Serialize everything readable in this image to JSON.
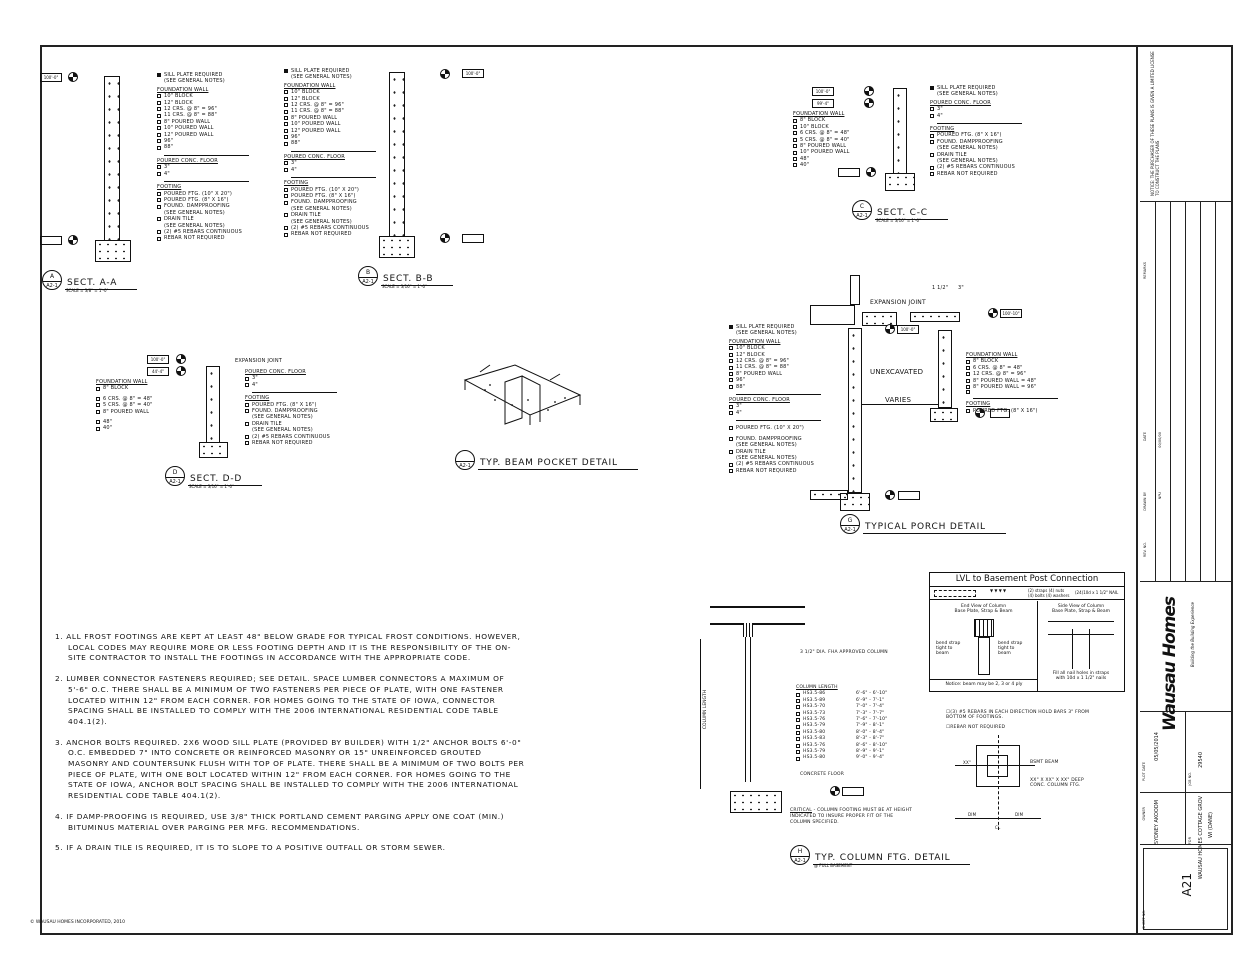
{
  "sections": {
    "a": {
      "title": "SECT. A-A",
      "id": "A",
      "sheet": "A2-1",
      "scale": "SCALE = 3/8\" = 1'-0\"",
      "top_elev": "100'-0\"",
      "items": [
        [
          "f",
          "SILL PLATE REQUIRED"
        ],
        [
          "i",
          "(SEE GENERAL NOTES)"
        ],
        [
          "h",
          "FOUNDATION WALL"
        ],
        [
          "b",
          "10\" BLOCK"
        ],
        [
          "b",
          "12\" BLOCK"
        ],
        [
          "b",
          "12 CRS. @ 8\" = 96\""
        ],
        [
          "b",
          "11 CRS. @ 8\" = 88\""
        ],
        [
          "b",
          "8\" POURED WALL"
        ],
        [
          "b",
          "10\" POURED WALL"
        ],
        [
          "b",
          "12\" POURED WALL"
        ],
        [
          "b",
          "96\""
        ],
        [
          "b",
          "88\""
        ],
        [
          "l",
          ""
        ],
        [
          "h",
          "POURED CONC. FLOOR"
        ],
        [
          "b",
          "3\""
        ],
        [
          "b",
          "4\""
        ],
        [
          "l",
          ""
        ],
        [
          "h",
          "FOOTING"
        ],
        [
          "b",
          "POURED FTG. (10\" x 20\")"
        ],
        [
          "b",
          "POURED FTG. (8\" x 16\")"
        ],
        [
          "b",
          "FOUND. DAMPPROOFING"
        ],
        [
          "i",
          "(SEE GENERAL NOTES)"
        ],
        [
          "b",
          "DRAIN TILE"
        ],
        [
          "i",
          "(SEE GENERAL NOTES)"
        ],
        [
          "b",
          "(2) #5 REBARS CONTINUOUS"
        ],
        [
          "b",
          "REBAR NOT REQUIRED"
        ]
      ]
    },
    "b": {
      "title": "SECT. B-B",
      "id": "B",
      "sheet": "A2-1",
      "scale": "SCALE = 3/16\" = 1'-0\"",
      "top_elev": "100'-0\"",
      "items": [
        [
          "f",
          "SILL PLATE REQUIRED"
        ],
        [
          "i",
          "(SEE GENERAL NOTES)"
        ],
        [
          "h",
          "FOUNDATION WALL"
        ],
        [
          "b",
          "10\" BLOCK"
        ],
        [
          "b",
          "12\" BLOCK"
        ],
        [
          "b",
          "12 CRS. @ 8\" = 96\""
        ],
        [
          "b",
          "11 CRS. @ 8\" = 88\""
        ],
        [
          "b",
          "8\" POURED WALL"
        ],
        [
          "b",
          "10\" POURED WALL"
        ],
        [
          "b",
          "12\" POURED WALL"
        ],
        [
          "b",
          "96\""
        ],
        [
          "b",
          "88\""
        ],
        [
          "l",
          ""
        ],
        [
          "h",
          "POURED CONC. FLOOR"
        ],
        [
          "b",
          "3\""
        ],
        [
          "b",
          "4\""
        ],
        [
          "l",
          ""
        ],
        [
          "h",
          "FOOTING"
        ],
        [
          "b",
          "POURED FTG. (10\" x 20\")"
        ],
        [
          "b",
          "POURED FTG. (8\" x 16\")"
        ],
        [
          "b",
          "FOUND. DAMPPROOFING"
        ],
        [
          "i",
          "(SEE GENERAL NOTES)"
        ],
        [
          "b",
          "DRAIN TILE"
        ],
        [
          "i",
          "(SEE GENERAL NOTES)"
        ],
        [
          "b",
          "(2) #5 REBARS CONTINUOUS"
        ],
        [
          "b",
          "REBAR NOT REQUIRED"
        ]
      ]
    },
    "c": {
      "title": "SECT. C-C",
      "id": "C",
      "sheet": "A2-1",
      "scale": "SCALE = 3/16\" = 1'-0\"",
      "top_elev": "100'-0\"",
      "mid_elev": "99'-4\"",
      "left": [
        [
          "h",
          "FOUNDATION WALL"
        ],
        [
          "b",
          "8\" BLOCK"
        ],
        [
          "b",
          "10\" BLOCK"
        ],
        [
          "b",
          "6 CRS. @ 8\" = 48\""
        ],
        [
          "b",
          "5 CRS. @ 8\" = 40\""
        ],
        [
          "b",
          "8\" POURED WALL"
        ],
        [
          "b",
          "10\" POURED WALL"
        ],
        [
          "b",
          "48\""
        ],
        [
          "b",
          "40\""
        ]
      ],
      "right": [
        [
          "f",
          "SILL PLATE REQUIRED"
        ],
        [
          "i",
          "(SEE GENERAL NOTES)"
        ],
        [
          "h",
          "POURED CONC. FLOOR"
        ],
        [
          "b",
          "3\""
        ],
        [
          "b",
          "4\""
        ],
        [
          "l",
          ""
        ],
        [
          "h",
          "FOOTING"
        ],
        [
          "b",
          "POURED FTG. (8\" x 16\")"
        ],
        [
          "b",
          "FOUND. DAMPPROOFING"
        ],
        [
          "i",
          "(SEE GENERAL NOTES)"
        ],
        [
          "b",
          "DRAIN TILE"
        ],
        [
          "i",
          "(SEE GENERAL NOTES)"
        ],
        [
          "b",
          "(2) #5 REBARS CONTINUOUS"
        ],
        [
          "b",
          "REBAR NOT REQUIRED"
        ]
      ]
    },
    "d": {
      "title": "SECT. D-D",
      "id": "D",
      "sheet": "A2-1",
      "scale": "SCALE = 3/16\" = 1'-0\"",
      "top_elev": "100'-0\"",
      "mid_elev": "44'-4\"",
      "expansion": "EXPANSION JOINT",
      "left": [
        [
          "h",
          "FOUNDATION WALL"
        ],
        [
          "b",
          "8\" BLOCK"
        ],
        [
          "s",
          ""
        ],
        [
          "b",
          "6 CRS. @ 8\" = 48\""
        ],
        [
          "b",
          "5 CRS. @ 8\" = 40\""
        ],
        [
          "b",
          "8\" POURED WALL"
        ],
        [
          "s",
          ""
        ],
        [
          "b",
          "48\""
        ],
        [
          "b",
          "40\""
        ]
      ],
      "right": [
        [
          "h",
          "POURED CONC. FLOOR"
        ],
        [
          "b",
          "3\""
        ],
        [
          "b",
          "4\""
        ],
        [
          "l",
          ""
        ],
        [
          "h",
          "FOOTING"
        ],
        [
          "b",
          "POURED FTG. (8\" x 16\")"
        ],
        [
          "b",
          "FOUND. DAMPPROOFING"
        ],
        [
          "i",
          "(SEE GENERAL NOTES)"
        ],
        [
          "b",
          "DRAIN TILE"
        ],
        [
          "i",
          "(SEE GENERAL NOTES)"
        ],
        [
          "b",
          "(2) #5 REBARS CONTINUOUS"
        ],
        [
          "b",
          "REBAR NOT REQUIRED"
        ]
      ]
    }
  },
  "beam_pocket": {
    "title": "TYP. BEAM POCKET DETAIL",
    "id": "",
    "sheet": "A2-1"
  },
  "porch": {
    "title": "TYPICAL PORCH DETAIL",
    "id": "G",
    "sheet": "A2-1",
    "expansion": "EXPANSION JOINT",
    "unexcavated": "UNEXCAVATED",
    "varies": "VARIES",
    "elev1": "100'-0\"",
    "elev2": "100'-10\"",
    "dim1": "1 1/2\"",
    "dim2": "3\"",
    "left": [
      [
        "f",
        "SILL PLATE REQUIRED"
      ],
      [
        "i",
        "(SEE GENERAL NOTES)"
      ],
      [
        "h",
        "FOUNDATION WALL"
      ],
      [
        "b",
        "10\" BLOCK"
      ],
      [
        "b",
        "12\" BLOCK"
      ],
      [
        "b",
        "12 CRS. @ 8\" = 96\""
      ],
      [
        "b",
        "11 CRS. @ 8\" = 88\""
      ],
      [
        "b",
        "8\" POURED WALL"
      ],
      [
        "b",
        "96\""
      ],
      [
        "b",
        "88\""
      ],
      [
        "l",
        ""
      ],
      [
        "h",
        "POURED CONC. FLOOR"
      ],
      [
        "b",
        "3\""
      ],
      [
        "b",
        "4\""
      ],
      [
        "l",
        ""
      ],
      [
        "s",
        ""
      ],
      [
        "b",
        "POURED FTG. (10\" x 20\")"
      ],
      [
        "s",
        ""
      ],
      [
        "b",
        "FOUND. DAMPPROOFING"
      ],
      [
        "i",
        "(SEE GENERAL NOTES)"
      ],
      [
        "b",
        "DRAIN TILE"
      ],
      [
        "i",
        "(SEE GENERAL NOTES)"
      ],
      [
        "b",
        "(2) #5 REBARS CONTINUOUS"
      ],
      [
        "b",
        "REBAR NOT REQUIRED"
      ]
    ],
    "right": [
      [
        "h",
        "FOUNDATION WALL"
      ],
      [
        "b",
        "8\" BLOCK"
      ],
      [
        "b",
        "6 CRS. @ 8\" = 48\""
      ],
      [
        "b",
        "12 CRS. @ 8\" = 96\""
      ],
      [
        "b",
        "8\" POURED WALL = 48\""
      ],
      [
        "b",
        "8\" POURED WALL = 96\""
      ],
      [
        "b",
        ""
      ],
      [
        "l",
        ""
      ],
      [
        "h",
        "FOOTING"
      ],
      [
        "b",
        "POURED FTG. (8\" x 16\")"
      ]
    ]
  },
  "column": {
    "title": "TYP. COLUMN FTG. DETAIL",
    "id": "H",
    "sheet": "A2-1",
    "sub": "@ FULL BASEMENT",
    "column_label": "3 1/2\" DIA. FHA APPROVED COLUMN",
    "length_label": "COLUMN LENGTH",
    "floor": "CONCRETE FLOOR",
    "critical_head": "CRITICAL",
    "critical": " - COLUMN FOOTING MUST BE AT HEIGHT INDICATED TO INSURE PROPER FIT OF THE COLUMN SPECIFIED.",
    "table_head": "COLUMN LENGTH",
    "rows": [
      [
        "HS3.5-86",
        "6'-6\" - 6'-10\""
      ],
      [
        "HS3.5-89",
        "6'-9\" - 7'-1\""
      ],
      [
        "HS3.5-70",
        "7'-0\" - 7'-4\""
      ],
      [
        "HS3.5-73",
        "7'-3\" - 7'-7\""
      ],
      [
        "HS3.5-76",
        "7'-6\" - 7'-10\""
      ],
      [
        "HS3.5-79",
        "7'-9\" - 8'-1\""
      ],
      [
        "HS3.5-80",
        "8'-0\" - 8'-4\""
      ],
      [
        "HS3.5-83",
        "8'-3\" - 8'-7\""
      ],
      [
        "HS3.5-76",
        "8'-6\" - 8'-10\""
      ],
      [
        "HS3.5-79",
        "8'-9\" - 9'-1\""
      ],
      [
        "HS3.5-80",
        "9'-0\" - 9'-4\""
      ]
    ]
  },
  "lvl": {
    "title": "LVL to Basement Post Connection",
    "legend1": "(2) straps  (4) nuts",
    "legend2": "(4) bolts  (4) washers",
    "nail": "(24)10d x 1 1/2\" NAIL",
    "end_view": "End View of Column",
    "end_sub": "Base Plate, Strap & Beam",
    "side_view": "Side View of Column",
    "side_sub": "Base Plate, Strap & Beam",
    "bend1": "bend strap tight to beam",
    "bend2": "bend strap tight to beam",
    "notice": "Notice: beam may be 2, 3 or 4 ply",
    "fill": "Fill all nail holes in straps with 10d x 1 1/2\" nails"
  },
  "footing_plan": {
    "note1": "(3) #5 REBARS IN EACH DIRECTION HOLD BARS 3\" FROM BOTTOM OF FOOTINGS.",
    "note2": "REBAR NOT REQUIRED",
    "beam": "BSMT BEAM",
    "ftg": "XX\" x XX\" x XX\" DEEP CONC. COLUMN FTG.",
    "dim": "DIM",
    "cl": "CL",
    "side": "XX\""
  },
  "notes": [
    "1. ALL FROST FOOTINGS ARE KEPT AT LEAST 48\" BELOW GRADE FOR TYPICAL FROST CONDITIONS.  HOWEVER, LOCAL CODES MAY REQUIRE MORE OR LESS FOOTING DEPTH AND IT IS THE RESPONSIBILITY OF THE ON-SITE CONTRACTOR TO INSTALL THE FOOTINGS IN ACCORDANCE WITH THE APPROPRIATE CODE.",
    "2. LUMBER CONNECTOR FASTENERS REQUIRED; SEE DETAIL. SPACE LUMBER CONNECTORS A MAXIMUM OF 5'-6\" O.C.  THERE SHALL BE A MINIMUM OF TWO FASTENERS PER PIECE OF PLATE, WITH ONE FASTENER LOCATED WITHIN 12\" FROM EACH CORNER.  FOR HOMES GOING TO THE STATE OF IOWA, CONNECTOR SPACING SHALL BE INSTALLED TO COMPLY WITH THE 2006 INTERNATIONAL RESIDENTIAL CODE TABLE 404.1(2).",
    "3. ANCHOR BOLTS REQUIRED. 2x6 WOOD SILL PLATE (PROVIDED BY BUILDER) WITH 1/2\" ANCHOR BOLTS 6'-0\" O.C. EMBEDDED 7\" INTO CONCRETE OR REINFORCED MASONRY OR 15\" UNREINFORCED GROUTED MASONRY AND COUNTERSUNK FLUSH WITH TOP OF PLATE.  THERE SHALL BE A MINIMUM OF TWO BOLTS PER PIECE OF PLATE, WITH ONE BOLT LOCATED WITHIN 12\" FROM EACH CORNER.  FOR HOMES GOING TO THE STATE OF IOWA, ANCHOR BOLT SPACING SHALL BE INSTALLED TO COMPLY WITH THE 2006 INTERNATIONAL RESIDENTIAL CODE TABLE 404.1(2).",
    "4. IF DAMP-PROOFING IS REQUIRED, USE 3/8\" THICK PORTLAND CEMENT PARGING APPLY ONE COAT (MIN.) BITUMINUS MATERIAL OVER PARGING PER MFG. RECOMMENDATIONS.",
    "5. IF A DRAIN TILE IS REQUIRED, IT IS TO SLOPE TO A POSITIVE OUTFALL OR STORM SEWER."
  ],
  "copyright": "© WAUSAU HOMES INCORPORATED, 2010",
  "title_block": {
    "notice": "NOTICE: THE PURCHASER OF THESE PLANS IS GIVEN A LIMITED LICENSE TO CONSTRUCT THE PLANS",
    "rev_headers": [
      "REV. NO.",
      "DRAWN BY",
      "DATE",
      "REMARKS"
    ],
    "drawn_by": "NPU",
    "date_rev": "00/00/00",
    "logo": "Wausau Homes",
    "tagline": "Building the Building Experience",
    "client_label": "OWNER",
    "client": "SYDNEY AKOODM",
    "plan_label": "FOR",
    "plan": "WAUSAU HOMES COTTAGE GROV",
    "plan2": "WI (DANE)",
    "date_label": "PLOT DATE",
    "date": "05/05/2014",
    "job_label": "JOB NO.",
    "job": "29540",
    "sheet_label": "SHEET NO.",
    "sheet": "A21"
  }
}
